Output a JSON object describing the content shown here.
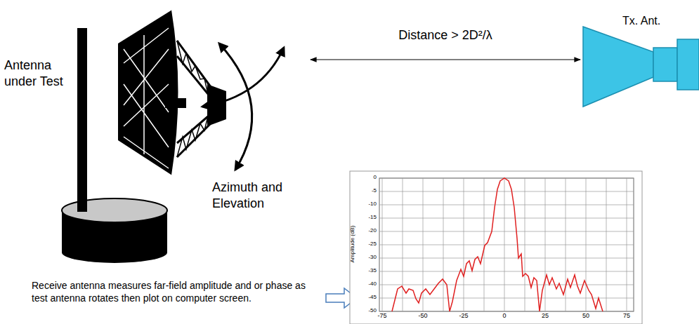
{
  "diagram": {
    "nodes": [
      {
        "text": [
          "Antenna under Test"
        ]
      },
      {
        "text": [
          "Tx. Ant."
        ]
      }
    ],
    "edges": [
      {
        "from": 0,
        "to": 1,
        "arrow": "both",
        "label": "Distance > 2D²/λ"
      }
    ],
    "labels": [
      "Azimuth and Elevation",
      "Receive antenna measures far-field amplitude and or phase as test antenna rotates then plot on computer screen.",
      "Amplitude (dB)",
      "0",
      "-5",
      "-10",
      "-15",
      "-20",
      "-25",
      "-30",
      "-35",
      "-40",
      "-45",
      "-50",
      "-75",
      "-50",
      "-25",
      "0",
      "25",
      "50",
      "75"
    ]
  }
}
